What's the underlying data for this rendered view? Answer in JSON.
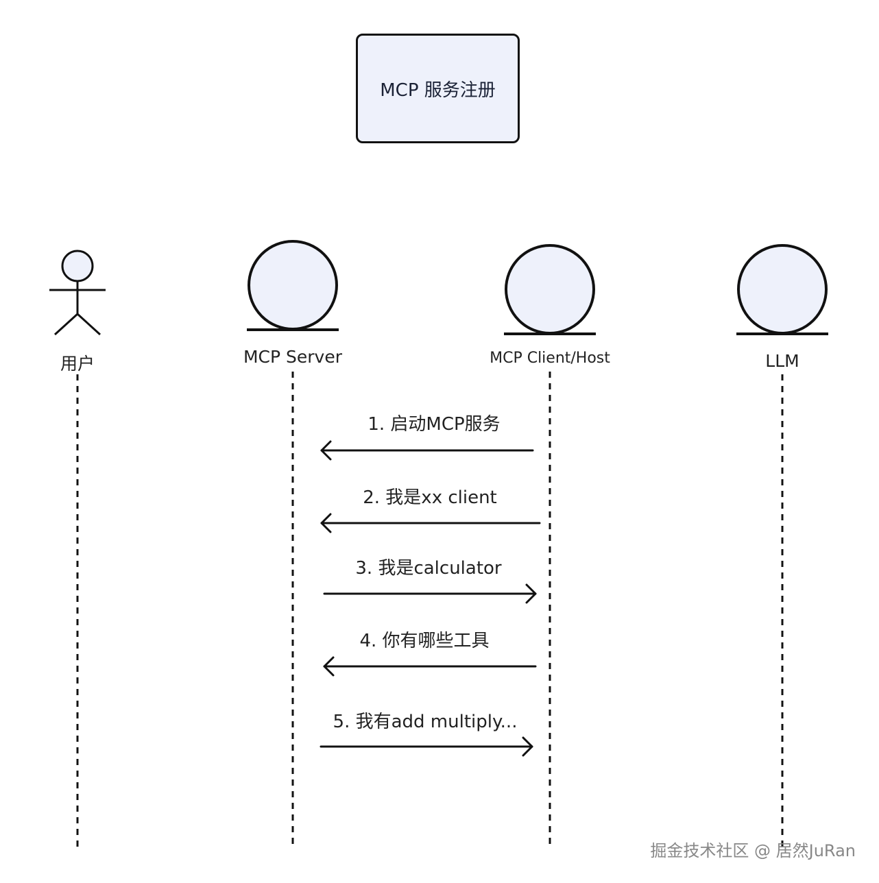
{
  "title": "MCP 服务注册",
  "actors": [
    {
      "id": "user",
      "label": "用户",
      "kind": "stick-figure"
    },
    {
      "id": "server",
      "label": "MCP Server",
      "kind": "entity"
    },
    {
      "id": "client",
      "label": "MCP Client/Host",
      "kind": "entity"
    },
    {
      "id": "llm",
      "label": "LLM",
      "kind": "entity"
    }
  ],
  "messages": [
    {
      "label": "1. 启动MCP服务",
      "from": "client",
      "to": "server"
    },
    {
      "label": "2. 我是xx client",
      "from": "client",
      "to": "server"
    },
    {
      "label": "3. 我是calculator",
      "from": "server",
      "to": "client"
    },
    {
      "label": "4. 你有哪些工具",
      "from": "client",
      "to": "server"
    },
    {
      "label": "5. 我有add multiply...",
      "from": "server",
      "to": "client"
    }
  ],
  "watermark": "掘金技术社区 @ 居然JuRan",
  "colors": {
    "fill": "#eef1fb",
    "stroke": "#111111"
  }
}
